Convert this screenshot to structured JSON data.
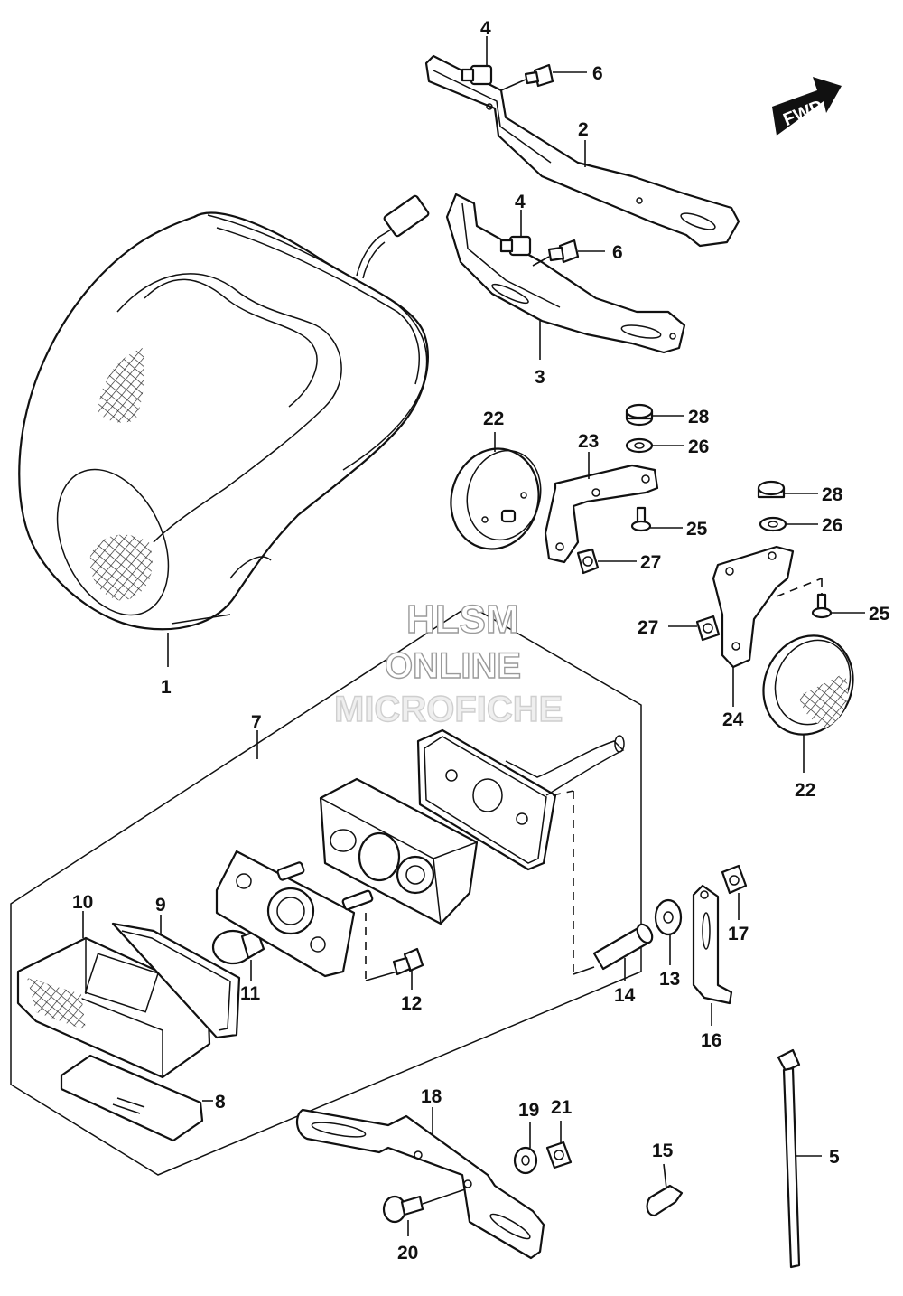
{
  "watermark": {
    "line1": "HLSM",
    "line2": "ONLINE",
    "line3": "MICROFICHE"
  },
  "fwd_badge": "FWD",
  "callouts": {
    "c1": "1",
    "c2": "2",
    "c3": "3",
    "c4a": "4",
    "c4b": "4",
    "c5": "5",
    "c6a": "6",
    "c6b": "6",
    "c7": "7",
    "c8": "8",
    "c9": "9",
    "c10": "10",
    "c11": "11",
    "c12": "12",
    "c13": "13",
    "c14": "14",
    "c15": "15",
    "c16": "16",
    "c17": "17",
    "c18": "18",
    "c19": "19",
    "c20": "20",
    "c21": "21",
    "c22a": "22",
    "c22b": "22",
    "c23": "23",
    "c24": "24",
    "c25a": "25",
    "c25b": "25",
    "c26a": "26",
    "c26b": "26",
    "c27a": "27",
    "c27b": "27",
    "c28a": "28",
    "c28b": "28"
  },
  "colors": {
    "line": "#111111",
    "background": "#ffffff",
    "watermark": "#9a9a9a"
  },
  "icons": {
    "fwd": "fwd-arrow-icon"
  }
}
